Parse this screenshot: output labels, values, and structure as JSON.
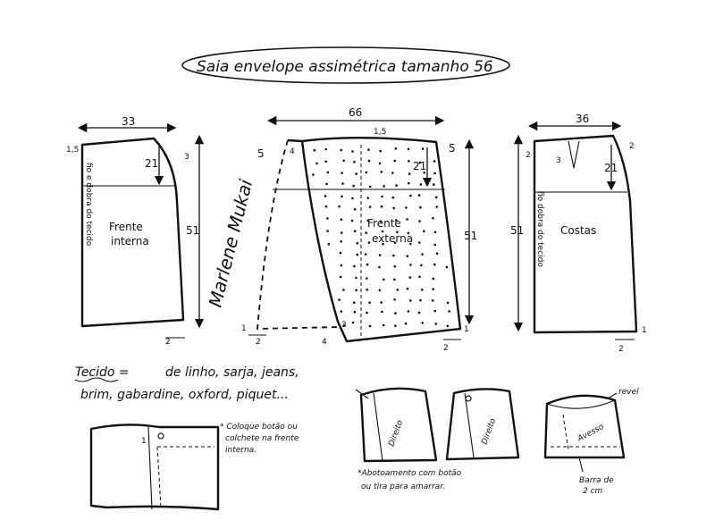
{
  "title": "Saia envelope assimétrica tamanho 56",
  "left_piece": {
    "label_line1": "Frente",
    "label_line2": "interna",
    "width": "33",
    "height": "51",
    "waist_drop": "21",
    "top_left": "1,5",
    "top_right": "3",
    "hem": "2",
    "fold_text": "fio e dobra do tecido"
  },
  "center_piece": {
    "label_line1": "Frente",
    "label_line2": "externa",
    "width": "66",
    "height": "51",
    "waist_drop": "21",
    "top_mid": "1,5",
    "top_left_out": "5",
    "top_left_in": "4",
    "top_right": "5",
    "hem_left": "2",
    "hem_mid": "4",
    "hem_mid2": "3",
    "hem_right": "2",
    "corner_left": "1",
    "corner_right": "1"
  },
  "right_piece": {
    "label": "Costas",
    "width": "36",
    "height": "51",
    "waist_drop": "21",
    "top_left": "2",
    "top_right": "2",
    "dart": "3",
    "hem": "2",
    "corner": "1",
    "fold_text": "fio dobra do tecido"
  },
  "fabric": {
    "heading": "Tecido =",
    "line1": "de linho, sarja, jeans,",
    "line2": "brim, gabardine, oxford, piquet..."
  },
  "notes": {
    "button_note_l1": "* Coloque botão ou",
    "button_note_l2": "colchete na frente",
    "button_note_l3": "interna.",
    "closure_note_l1": "*Abotoamento com botão",
    "closure_note_l2": "ou tira para amarrar.",
    "direito1": "Direito",
    "direito2": "Direito",
    "avesso": "Avesso",
    "revel": "revel",
    "barra_l1": "Barra de",
    "barra_l2": "2 cm",
    "sketch_num": "1"
  },
  "signature": "Marlene Mukai"
}
